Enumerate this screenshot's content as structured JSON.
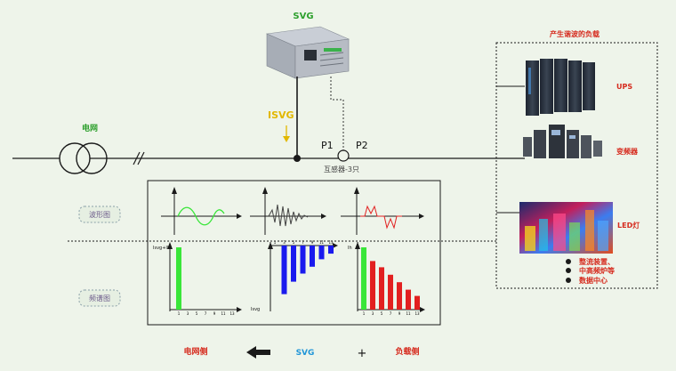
{
  "labels": {
    "svg_device": "SVG",
    "grid": "电网",
    "isvg": "ISVG",
    "p1": "P1",
    "p2": "P2",
    "ct": "互感器-3只",
    "loads_title": "产生谐波的负载",
    "ups": "UPS",
    "vfd": "变频器",
    "led": "LED灯",
    "bullet_1": "整流装置、",
    "bullet_2": "中高频炉等",
    "bullet_3": "数据中心",
    "waveform": "波形图",
    "spectrum": "频谱图",
    "legend_grid_side": "电网侧",
    "legend_svg": "SVG",
    "legend_plus": "+",
    "legend_load_side": "负载侧",
    "axis_isvg_ih": "Isvg+Ih",
    "axis_isvg": "Isvg",
    "axis_ih": "Ih"
  },
  "colors": {
    "line": "#1a1a1a",
    "green": "#2ea02e",
    "bar_green": "#39e639",
    "bar_blue": "#1a1aee",
    "bar_red": "#e22020",
    "red_label": "#d62b1e",
    "yellow": "#e2b800",
    "blue_label": "#2196d8"
  },
  "spectrum_ticks": [
    "1",
    "3",
    "5",
    "7",
    "9",
    "11",
    "13"
  ],
  "spectrum_data": {
    "grid_side": {
      "color": "#39e639",
      "values": [
        1.0,
        0,
        0,
        0,
        0,
        0,
        0
      ]
    },
    "svg": {
      "color": "#1a1aee",
      "values": [
        0,
        0.78,
        0.58,
        0.45,
        0.34,
        0.22,
        0.13
      ]
    },
    "load_side": {
      "color_fund": "#39e639",
      "color_harm": "#e22020",
      "values": [
        1.0,
        0.78,
        0.68,
        0.56,
        0.44,
        0.32,
        0.22
      ]
    }
  }
}
